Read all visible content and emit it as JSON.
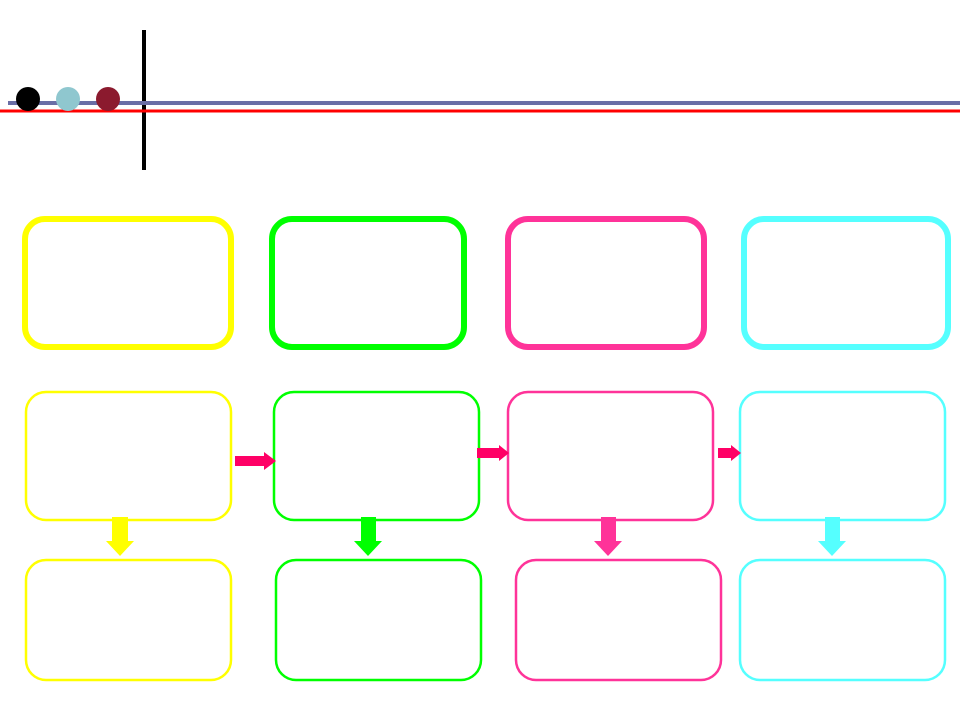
{
  "colors": {
    "background": "#ffffff",
    "yellow": "#ffff00",
    "green": "#00ff00",
    "pink": "#ff3399",
    "cyan": "#55ffff",
    "right_arrow": "#ff0066",
    "header_line_blue": "#6a6ea6",
    "header_line_red": "#ff0000",
    "header_vertical_line": "#000000",
    "dot_black": "#000000",
    "dot_light_blue": "#8fc7cf",
    "dot_dark_red": "#8b1a2e"
  },
  "header": {
    "dots": [
      "dot_black",
      "dot_light_blue",
      "dot_dark_red"
    ]
  },
  "columns": [
    {
      "name": "column-1",
      "color": "yellow"
    },
    {
      "name": "column-2",
      "color": "green"
    },
    {
      "name": "column-3",
      "color": "pink"
    },
    {
      "name": "column-4",
      "color": "cyan"
    }
  ],
  "rows": [
    "top-box",
    "middle-box",
    "bottom-box"
  ],
  "boxes_text": []
}
